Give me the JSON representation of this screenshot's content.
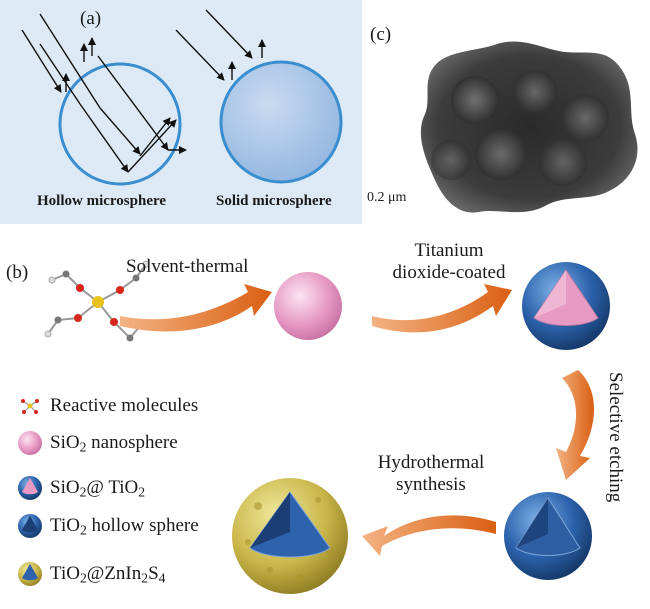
{
  "panel_a": {
    "label": "(a)",
    "caption_hollow": "Hollow microsphere",
    "caption_solid": "Solid microsphere"
  },
  "panel_c": {
    "label": "(c)",
    "scale_bar": "0.2 μm"
  },
  "panel_b": {
    "label": "(b)",
    "step1": "Solvent-thermal",
    "step2_line1": "Titanium",
    "step2_line2": "dioxide-coated",
    "step3": "Selective etching",
    "step4_line1": "Hydrothermal",
    "step4_line2": "synthesis"
  },
  "legend": [
    {
      "text": "Reactive molecules"
    },
    {
      "pre": "SiO",
      "sub1": "2",
      "post": " nanosphere"
    },
    {
      "pre": "SiO",
      "sub1": "2",
      "post": "@ TiO",
      "sub2": "2"
    },
    {
      "pre": "TiO",
      "sub1": "2",
      "post": " hollow sphere"
    },
    {
      "pre": "TiO",
      "sub1": "2",
      "post": "@ZnIn",
      "sub2": "2",
      "mid": "S",
      "sub3": "4"
    }
  ],
  "colors": {
    "panel_a_bg": "#ddeaf5",
    "sphere_blue": "#3a8ed0",
    "arrow_orange": "#e06a1a",
    "pink": "#e79ac4",
    "navy": "#1d4a8c",
    "gold": "#c9b64a"
  }
}
